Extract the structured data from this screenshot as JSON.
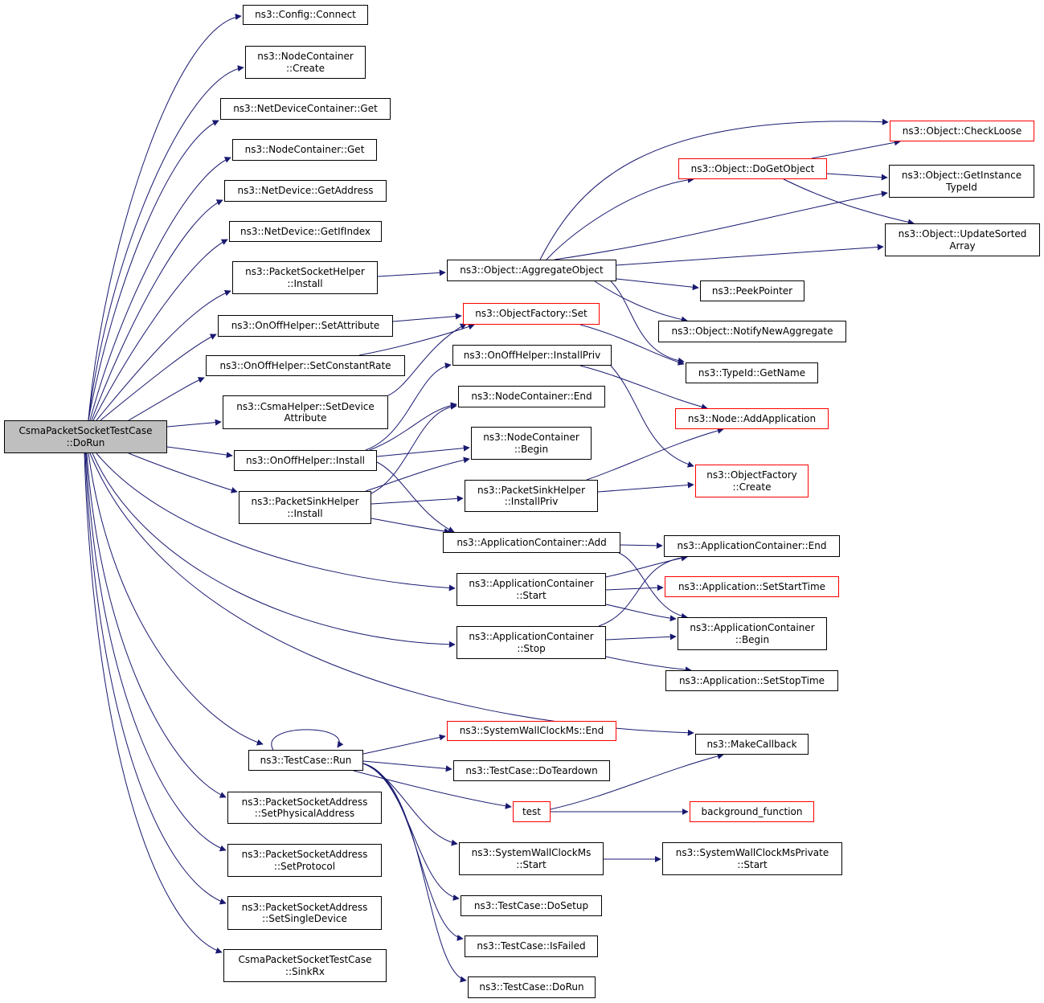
{
  "diagram": {
    "colors": {
      "edge": "#191970",
      "node_border": "#000000",
      "truncated_border": "#ff0000",
      "root_fill": "#bfbfbf"
    },
    "root": "CsmaPacketSocketTestCase\n::DoRun",
    "nodes": {
      "config_connect": "ns3::Config::Connect",
      "nodecontainer_create": "ns3::NodeContainer\n::Create",
      "netdevicecontainer_get": "ns3::NetDeviceContainer::Get",
      "nodecontainer_get": "ns3::NodeContainer::Get",
      "netdevice_getaddress": "ns3::NetDevice::GetAddress",
      "netdevice_getifindex": "ns3::NetDevice::GetIfIndex",
      "packetsockethelper_install": "ns3::PacketSocketHelper\n::Install",
      "onoffhelper_setattribute": "ns3::OnOffHelper::SetAttribute",
      "onoffhelper_setconstantrate": "ns3::OnOffHelper::SetConstantRate",
      "csmahelper_setdeviceattribute": "ns3::CsmaHelper::SetDevice\nAttribute",
      "onoffhelper_install": "ns3::OnOffHelper::Install",
      "packetsinkhelper_install": "ns3::PacketSinkHelper\n::Install",
      "object_aggregateobject": "ns3::Object::AggregateObject",
      "objectfactory_set": "ns3::ObjectFactory::Set",
      "onoffhelper_installpriv": "ns3::OnOffHelper::InstallPriv",
      "nodecontainer_end": "ns3::NodeContainer::End",
      "nodecontainer_begin": "ns3::NodeContainer\n::Begin",
      "packetsinkhelper_installpriv": "ns3::PacketSinkHelper\n::InstallPriv",
      "applicationcontainer_add": "ns3::ApplicationContainer::Add",
      "applicationcontainer_start": "ns3::ApplicationContainer\n::Start",
      "applicationcontainer_stop": "ns3::ApplicationContainer\n::Stop",
      "object_checkloose": "ns3::Object::CheckLoose",
      "object_dogetobject": "ns3::Object::DoGetObject",
      "object_getinstancetypeid": "ns3::Object::GetInstance\nTypeId",
      "object_updatesortedarray": "ns3::Object::UpdateSorted\nArray",
      "peekpointer": "ns3::PeekPointer",
      "object_notifynewaggregate": "ns3::Object::NotifyNewAggregate",
      "typeid_getname": "ns3::TypeId::GetName",
      "node_addapplication": "ns3::Node::AddApplication",
      "objectfactory_create": "ns3::ObjectFactory\n::Create",
      "applicationcontainer_end": "ns3::ApplicationContainer::End",
      "application_setstarttime": "ns3::Application::SetStartTime",
      "applicationcontainer_begin": "ns3::ApplicationContainer\n::Begin",
      "application_setstoptime": "ns3::Application::SetStopTime",
      "makecallback": "ns3::MakeCallback",
      "testcase_run": "ns3::TestCase::Run",
      "systemwallclockms_end": "ns3::SystemWallClockMs::End",
      "testcase_doteardown": "ns3::TestCase::DoTeardown",
      "test": "test",
      "background_function": "background_function",
      "systemwallclockms_start": "ns3::SystemWallClockMs\n::Start",
      "systemwallclockmsprivate_start": "ns3::SystemWallClockMsPrivate\n::Start",
      "testcase_dosetup": "ns3::TestCase::DoSetup",
      "testcase_isfailed": "ns3::TestCase::IsFailed",
      "testcase_dorun": "ns3::TestCase::DoRun",
      "packetsocketaddress_setphysicaladdress": "ns3::PacketSocketAddress\n::SetPhysicalAddress",
      "packetsocketaddress_setprotocol": "ns3::PacketSocketAddress\n::SetProtocol",
      "packetsocketaddress_setsingledevice": "ns3::PacketSocketAddress\n::SetSingleDevice",
      "csmapacketsockettestcase_sinkrx": "CsmaPacketSocketTestCase\n::SinkRx"
    }
  }
}
